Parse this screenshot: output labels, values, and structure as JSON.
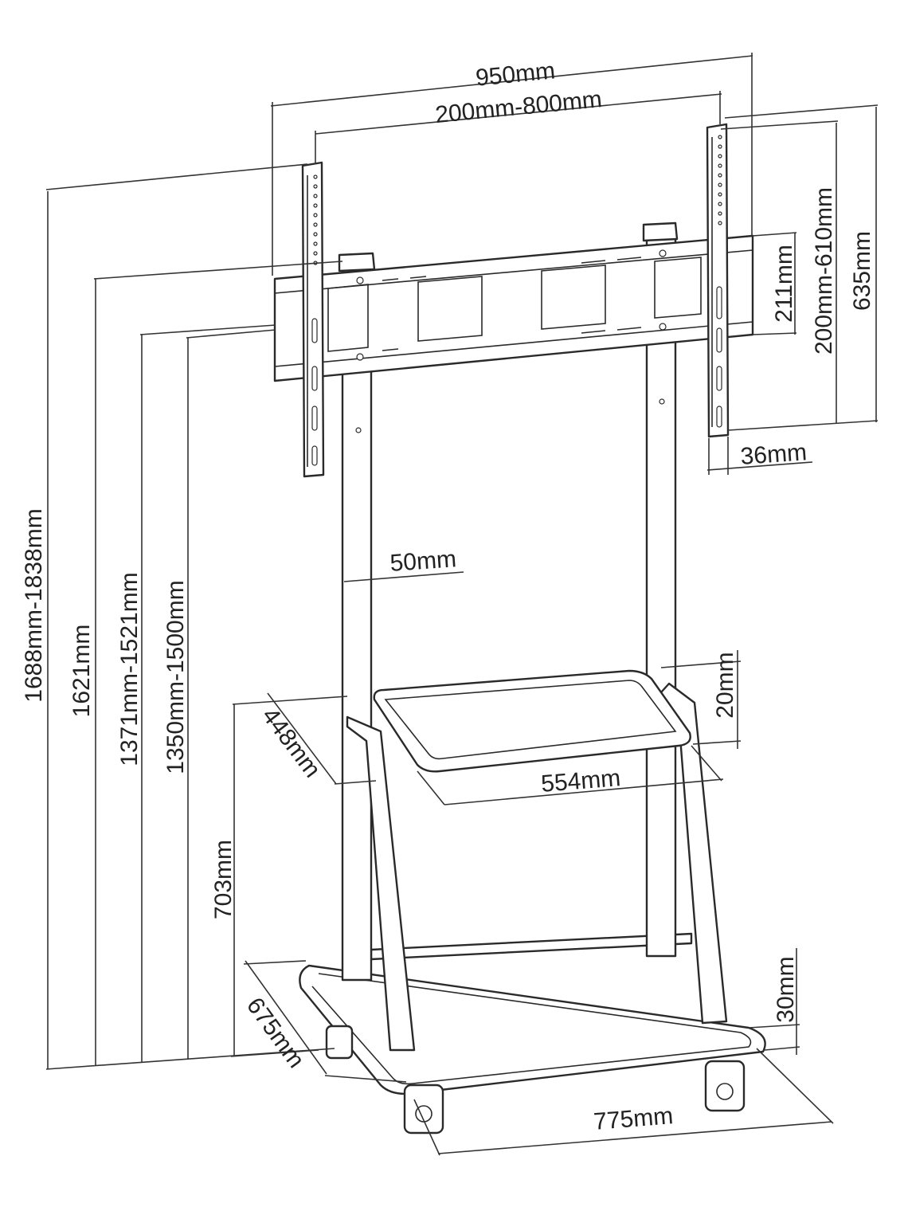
{
  "dimensions": {
    "overall_width": "950mm",
    "vesa_width": "200mm-800mm",
    "bracket_height": "635mm",
    "vesa_height": "200mm-610mm",
    "rail_height": "211mm",
    "depth_from_column": "36mm",
    "pole_width": "50mm",
    "max_height": "1688mm-1838mm",
    "column_height": "1621mm",
    "center_height_a": "1371mm-1521mm",
    "center_height_b": "1350mm-1500mm",
    "shelf_depth": "448mm",
    "shelf_width": "554mm",
    "shelf_thickness": "20mm",
    "shelf_height": "703mm",
    "base_depth": "675mm",
    "base_width": "775mm",
    "base_thickness": "30mm"
  },
  "colors": {
    "line": "#2a2a2a",
    "background": "#ffffff"
  }
}
